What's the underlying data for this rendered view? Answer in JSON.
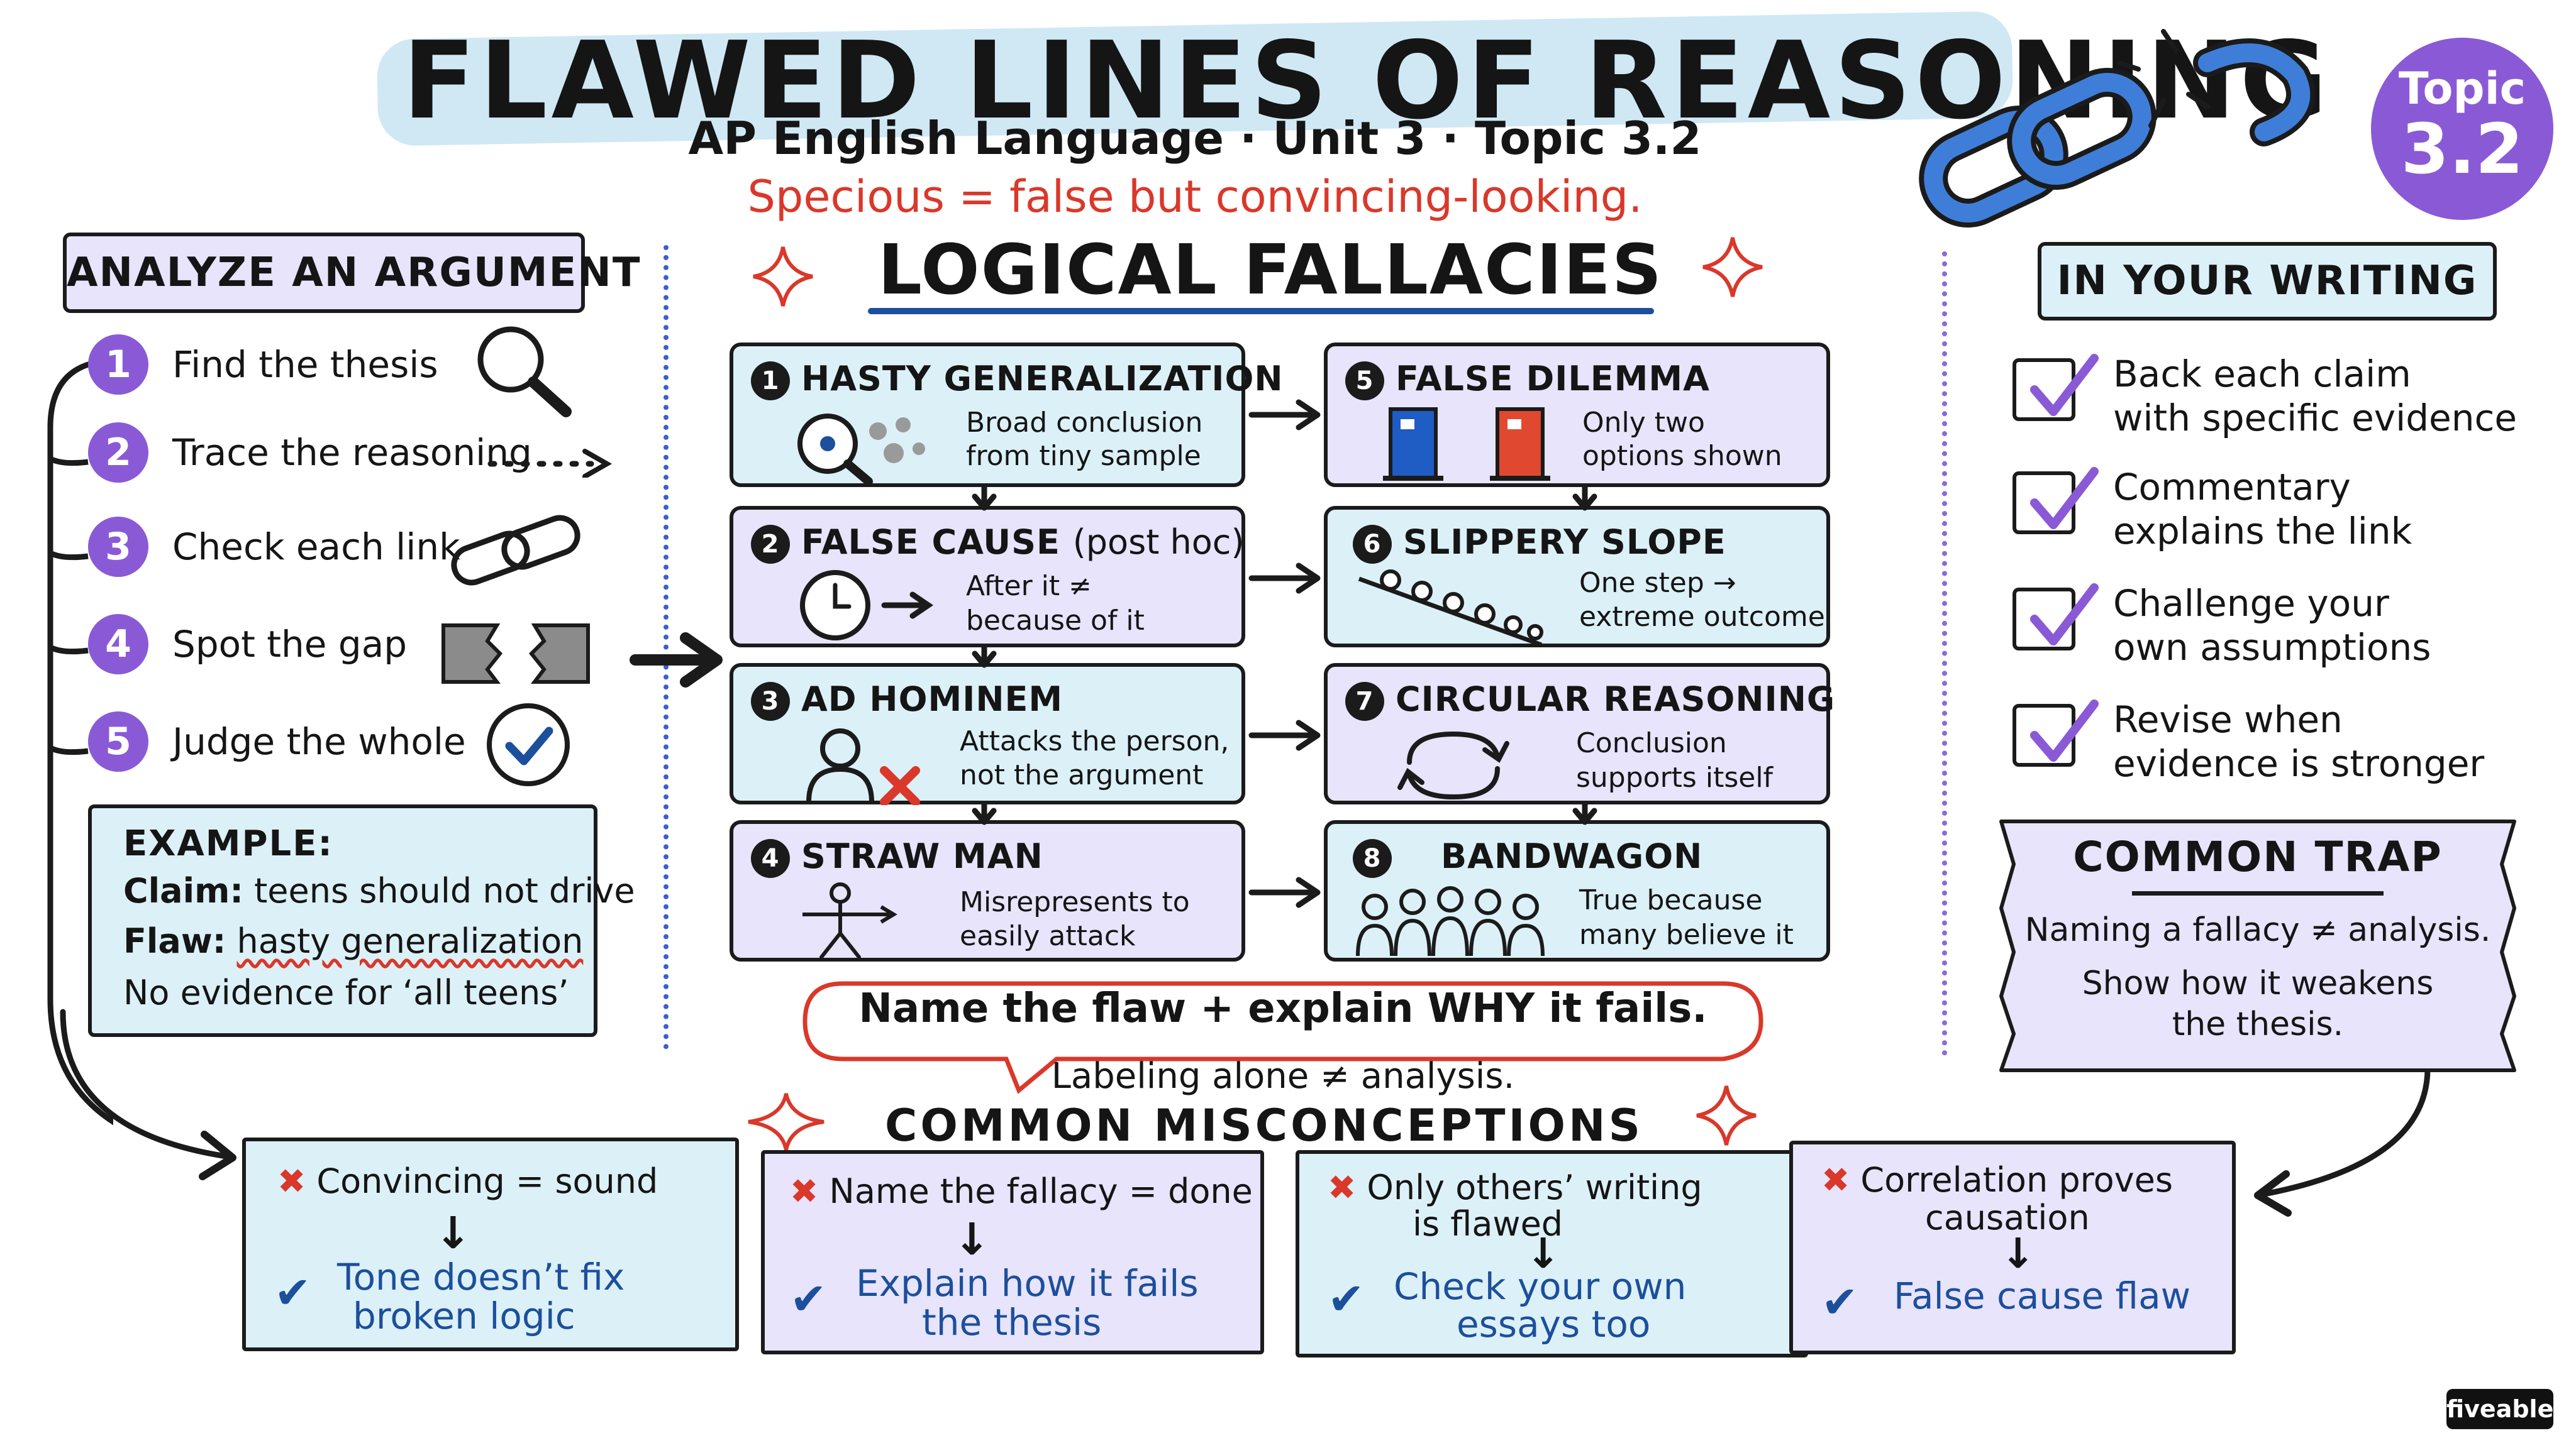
{
  "header": {
    "title": "FLAWED LINES OF REASONING",
    "subtitle": "AP English Language · Unit 3 · Topic 3.2",
    "tagline": "Specious = false but convincing-looking.",
    "badge_line1": "Topic",
    "badge_line2": "3.2"
  },
  "analyze": {
    "heading": "ANALYZE AN ARGUMENT",
    "steps": [
      {
        "num": "1",
        "label": "Find the thesis"
      },
      {
        "num": "2",
        "label": "Trace the reasoning"
      },
      {
        "num": "3",
        "label": "Check each link"
      },
      {
        "num": "4",
        "label": "Spot the gap"
      },
      {
        "num": "5",
        "label": "Judge the whole"
      }
    ],
    "example": {
      "heading": "EXAMPLE:",
      "claim_label": "Claim:",
      "claim_text": "teens should not drive",
      "flaw_label": "Flaw:",
      "flaw_text": "hasty generalization",
      "note": "No evidence for ‘all teens’"
    }
  },
  "fallacies": {
    "heading": "LOGICAL FALLACIES",
    "items": [
      {
        "num": "1",
        "title": "HASTY GENERALIZATION",
        "desc1": "Broad conclusion",
        "desc2": "from tiny sample"
      },
      {
        "num": "2",
        "title": "FALSE CAUSE",
        "title_sub": "(post hoc)",
        "desc1": "After it ≠",
        "desc2": "because of it"
      },
      {
        "num": "3",
        "title": "AD HOMINEM",
        "desc1": "Attacks the person,",
        "desc2": "not the argument"
      },
      {
        "num": "4",
        "title": "STRAW MAN",
        "desc1": "Misrepresents to",
        "desc2": "easily attack"
      },
      {
        "num": "5",
        "title": "FALSE DILEMMA",
        "desc1": "Only two",
        "desc2": "options shown"
      },
      {
        "num": "6",
        "title": "SLIPPERY SLOPE",
        "desc1": "One step →",
        "desc2": "extreme outcome"
      },
      {
        "num": "7",
        "title": "CIRCULAR REASONING",
        "desc1": "Conclusion",
        "desc2": "supports itself"
      },
      {
        "num": "8",
        "title": "BANDWAGON",
        "desc1": "True because",
        "desc2": "many believe it"
      }
    ],
    "callout": "Name the flaw + explain WHY it fails.",
    "callout_sub": "Labeling alone ≠ analysis."
  },
  "writing": {
    "heading": "IN YOUR WRITING",
    "items": [
      {
        "line1": "Back each claim",
        "line2": "with specific evidence"
      },
      {
        "line1": "Commentary",
        "line2": "explains the link"
      },
      {
        "line1": "Challenge your",
        "line2": "own assumptions"
      },
      {
        "line1": "Revise when",
        "line2": "evidence is stronger"
      }
    ],
    "trap": {
      "heading": "COMMON TRAP",
      "line1": "Naming a fallacy ≠ analysis.",
      "line2": "Show how it weakens",
      "line3": "the thesis."
    }
  },
  "misconceptions": {
    "heading": "COMMON MISCONCEPTIONS",
    "items": [
      {
        "wrong": "Convincing = sound",
        "right1": "Tone doesn’t fix",
        "right2": "broken logic"
      },
      {
        "wrong": "Name the fallacy = done",
        "right1": "Explain how it fails",
        "right2": "the thesis"
      },
      {
        "wrong1": "Only others’ writing",
        "wrong2": "is flawed",
        "right1": "Check your own",
        "right2": "essays too"
      },
      {
        "wrong1": "Correlation proves",
        "wrong2": "causation",
        "right1": "False cause flaw"
      }
    ]
  },
  "brand": "fiveable",
  "colors": {
    "purple": "#8a5ad6",
    "blue_fill": "#dcf0f7",
    "purple_fill": "#e7e4fb",
    "red": "#d9382a",
    "navy": "#1c4f9c"
  }
}
